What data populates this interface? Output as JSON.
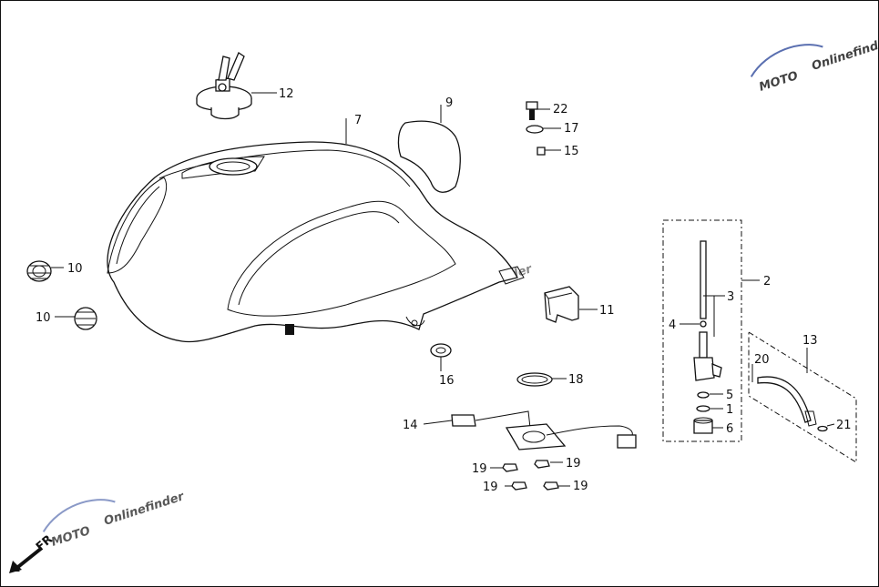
{
  "watermark": {
    "text": "MOTO",
    "sub": "Onlinefinder"
  },
  "callouts": {
    "c1": "1",
    "c2": "2",
    "c3": "3",
    "c4": "4",
    "c5": "5",
    "c6": "6",
    "c7": "7",
    "c9": "9",
    "c10a": "10",
    "c10b": "10",
    "c11": "11",
    "c12": "12",
    "c13": "13",
    "c14": "14",
    "c15": "15",
    "c16": "16",
    "c17": "17",
    "c18": "18",
    "c19a": "19",
    "c19b": "19",
    "c19c": "19",
    "c19d": "19",
    "c20": "20",
    "c21": "21",
    "c22": "22"
  },
  "direction": {
    "label": "FR"
  },
  "colors": {
    "line": "#111111",
    "watermark_red": "#c43a3a",
    "watermark_blue": "#5a6fb0"
  }
}
